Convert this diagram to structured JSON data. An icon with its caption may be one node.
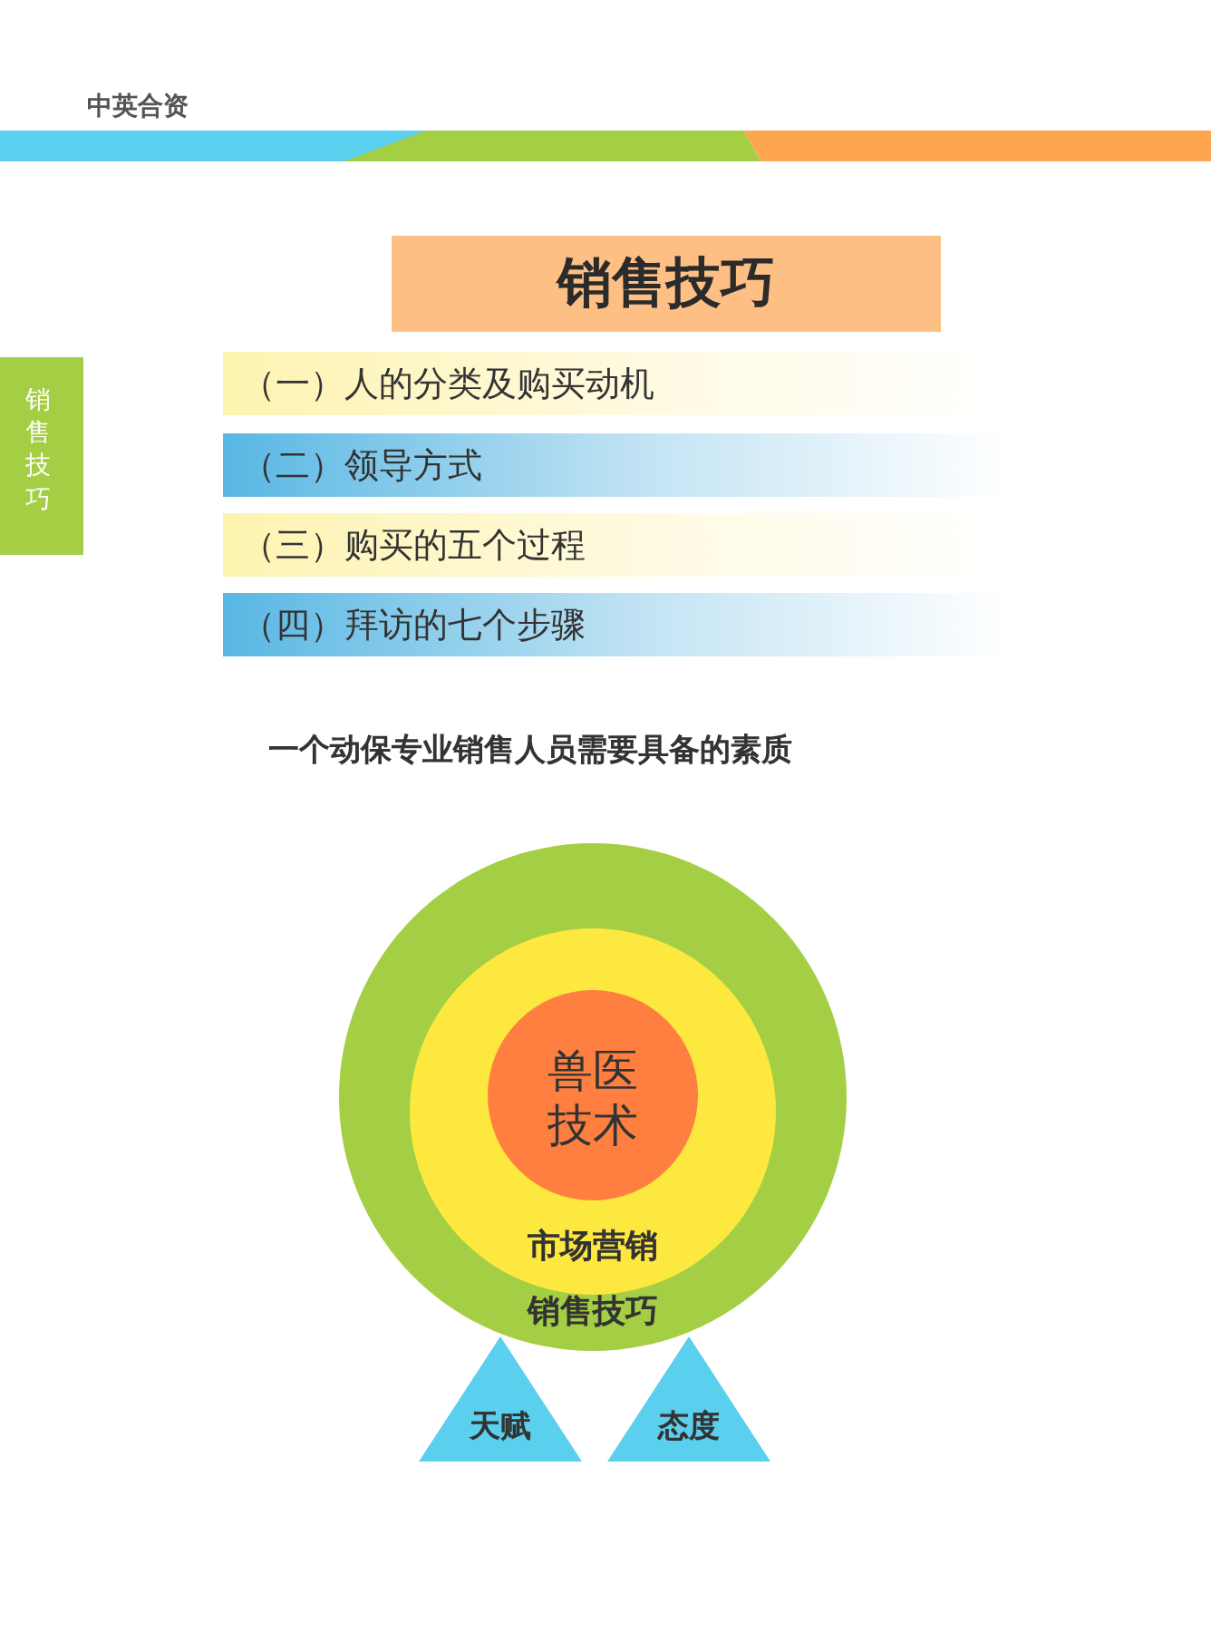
{
  "diagram": {
    "title": "销售技巧",
    "nodes": [
      {
        "text": [
          "销售技巧"
        ]
      },
      {
        "text": [
          "（一）人的分类及购买动机"
        ]
      },
      {
        "text": [
          "（二）领导方式"
        ]
      },
      {
        "text": [
          "（三）购买的五个过程"
        ]
      },
      {
        "text": [
          "（四）拜访的七个步骤"
        ]
      },
      {
        "text": [
          "销售技巧"
        ]
      },
      {
        "text": [
          "市场营销"
        ],
        "in": 5
      },
      {
        "text": [
          "兽医技术"
        ],
        "in": 6
      },
      {
        "text": [
          "天赋"
        ]
      },
      {
        "text": [
          "态度"
        ]
      }
    ],
    "labels": [
      "中英合资",
      "一个动保专业销售人员需要具备的素质"
    ]
  }
}
